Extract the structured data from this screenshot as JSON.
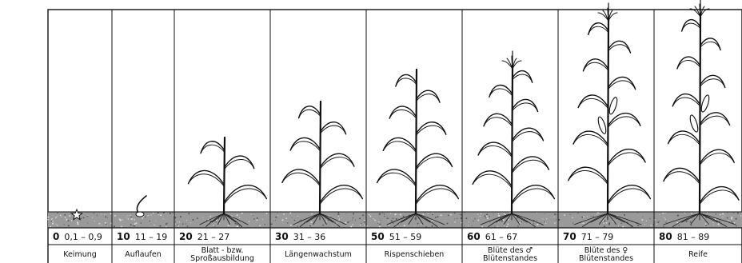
{
  "stages": [
    {
      "code": "0",
      "range": "0,1 – 0,9",
      "label": [
        "Keimung"
      ],
      "leaves": 0,
      "tassel": false,
      "ears": false
    },
    {
      "code": "10",
      "range": "11 – 19",
      "label": [
        "Auflaufen"
      ],
      "leaves": 1,
      "tassel": false,
      "ears": false
    },
    {
      "code": "20",
      "range": "21 – 27",
      "label": [
        "Blatt - bzw.",
        "Sproßausbildung"
      ],
      "leaves": 4,
      "tassel": false,
      "ears": false
    },
    {
      "code": "30",
      "range": "31 – 36",
      "label": [
        "Längenwachstum"
      ],
      "leaves": 6,
      "tassel": false,
      "ears": false
    },
    {
      "code": "50",
      "range": "51 – 59",
      "label": [
        "Rispenschieben"
      ],
      "leaves": 8,
      "tassel": false,
      "ears": false
    },
    {
      "code": "60",
      "range": "61 – 67",
      "label": [
        "Blüte des ♂",
        "Blütenstandes"
      ],
      "leaves": 9,
      "tassel": true,
      "ears": false
    },
    {
      "code": "70",
      "range": "71 – 79",
      "label": [
        "Blüte des ♀",
        "Blütenstandes"
      ],
      "leaves": 10,
      "tassel": true,
      "ears": true
    },
    {
      "code": "80",
      "range": "81 – 89",
      "label": [
        "Reife"
      ],
      "leaves": 10,
      "tassel": true,
      "ears": true
    }
  ],
  "colors": {
    "line": "#111111",
    "soil": "#9a9a9a",
    "background": "#ffffff"
  }
}
